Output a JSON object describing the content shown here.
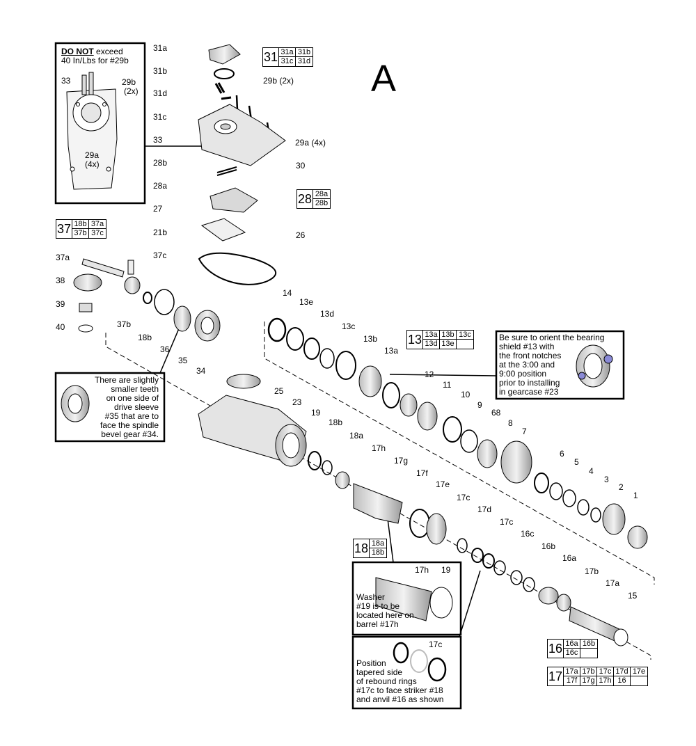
{
  "sheet_letter": "A",
  "part_labels": {
    "p31a": "31a",
    "p31b": "31b",
    "p31d": "31d",
    "p31c": "31c",
    "p33": "33",
    "p29b": "29b (2x)",
    "p29a": "29a (4x)",
    "p30": "30",
    "p28b": "28b",
    "p28a": "28a",
    "p27": "27",
    "p21b": "21b",
    "p26": "26",
    "p37a": "37a",
    "p38": "38",
    "p39": "39",
    "p40": "40",
    "p37c": "37c",
    "p37b": "37b",
    "p18b_l": "18b",
    "p36": "36",
    "p35": "35",
    "p34": "34",
    "p25": "25",
    "p23": "23",
    "p14": "14",
    "p13e": "13e",
    "p13d": "13d",
    "p13c": "13c",
    "p13b": "13b",
    "p13a": "13a",
    "p12": "12",
    "p11": "11",
    "p10": "10",
    "p9": "9",
    "p68": "68",
    "p8": "8",
    "p7": "7",
    "p6": "6",
    "p5": "5",
    "p4": "4",
    "p3": "3",
    "p2": "2",
    "p1": "1",
    "p19": "19",
    "p18b": "18b",
    "p18a": "18a",
    "p17h": "17h",
    "p17g": "17g",
    "p17f": "17f",
    "p17e": "17e",
    "p17c": "17c",
    "p17d": "17d",
    "p17c2": "17c",
    "p16c": "16c",
    "p16b": "16b",
    "p16a": "16a",
    "p17b": "17b",
    "p17a": "17a",
    "p15": "15"
  },
  "groups": {
    "g31": {
      "num": "31",
      "cells": [
        "31a",
        "31b",
        "31c",
        "31d"
      ]
    },
    "g28": {
      "num": "28",
      "cells": [
        "28a",
        "28b"
      ]
    },
    "g37": {
      "num": "37",
      "cells": [
        "18b",
        "37a",
        "37b",
        "37c"
      ]
    },
    "g13": {
      "num": "13",
      "cells": [
        "13a",
        "13b",
        "13c",
        "13d",
        "13e",
        ""
      ]
    },
    "g18": {
      "num": "18",
      "cells": [
        "18a",
        "18b"
      ]
    },
    "g16": {
      "num": "16",
      "cells": [
        "16a",
        "16b",
        "16c",
        ""
      ]
    },
    "g17": {
      "num": "17",
      "cells": [
        "17a",
        "17b",
        "17c",
        "17d",
        "17e",
        "17f",
        "17g",
        "17h",
        "16",
        ""
      ]
    }
  },
  "callouts": {
    "torque": {
      "warn": "DO NOT",
      "rest": "exceed",
      "line2": "40 In/Lbs for #29b",
      "l33": "33",
      "l29b": "29b",
      "l29b_x": "(2x)",
      "l29a": "29a",
      "l29a_x": "(4x)"
    },
    "drive_sleeve": {
      "l1": "There are slightly",
      "l2": "smaller teeth",
      "l3": "on one side of",
      "l4": "drive sleeve",
      "l5": "#35 that are to",
      "l6": "face the spindle",
      "l7": "bevel gear #34."
    },
    "bearing_shield": {
      "l1": "Be sure to orient the bearing",
      "l2": "shield #13 with",
      "l3": "the front notches",
      "l4": "at the 3:00 and",
      "l5": "9:00 position",
      "l6": "prior to installing",
      "l7": "in gearcase #23"
    },
    "washer": {
      "l17h": "17h",
      "l19": "19",
      "l1": "Washer",
      "l2": "#19 is to be",
      "l3": "located here on",
      "l4": "barrel #17h"
    },
    "rebound": {
      "l17c": "17c",
      "l1": "Position",
      "l2": "tapered side",
      "l3": "of rebound rings",
      "l4": "#17c to face striker #18",
      "l5": "and anvil #16 as shown"
    }
  },
  "colors": {
    "ink": "#000000",
    "paper": "#ffffff",
    "part_fill": "#e6e6e6",
    "highlight": "#8a8ad6"
  }
}
